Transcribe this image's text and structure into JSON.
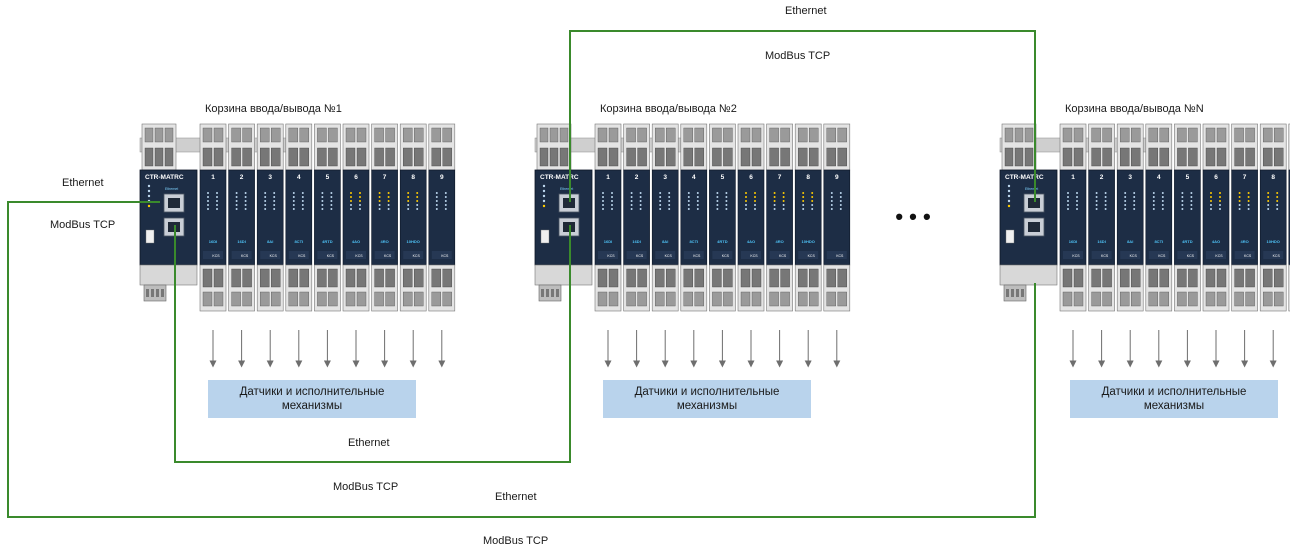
{
  "labels": {
    "eth_top": "Ethernet",
    "mb_top": "ModBus TCP",
    "eth_left": "Ethernet",
    "mb_left": "ModBus TCP",
    "eth_mid": "Ethernet",
    "mb_mid": "ModBus TCP",
    "eth_bottom": "Ethernet",
    "mb_bottom": "ModBus TCP"
  },
  "racks": [
    {
      "title": "Корзина ввода/вывода №1",
      "sensors_line1": "Датчики и исполнительные",
      "sensors_line2": "механизмы"
    },
    {
      "title": "Корзина ввода/вывода №2",
      "sensors_line1": "Датчики и исполнительные",
      "sensors_line2": "механизмы"
    },
    {
      "title": "Корзина ввода/вывода №N",
      "sensors_line1": "Датчики и исполнительные",
      "sensors_line2": "механизмы"
    }
  ],
  "controller_label": "CTR-MATRC",
  "controller_sublabel": "Ethernet",
  "module_numbers": [
    "1",
    "2",
    "3",
    "4",
    "5",
    "6",
    "7",
    "8",
    "9"
  ],
  "module_types": [
    "16DI",
    "16DI",
    "8AI",
    "8CTI",
    "4RTD",
    "4AO",
    "4RO",
    "10HDO",
    ""
  ],
  "module_brand": "KCS",
  "ellipsis": "• • •",
  "colors": {
    "cable": "#3a8a2c",
    "module_body": "#1d2d45",
    "terminal": "#9a9a9a",
    "sensor_box": "#b9d3ec"
  }
}
